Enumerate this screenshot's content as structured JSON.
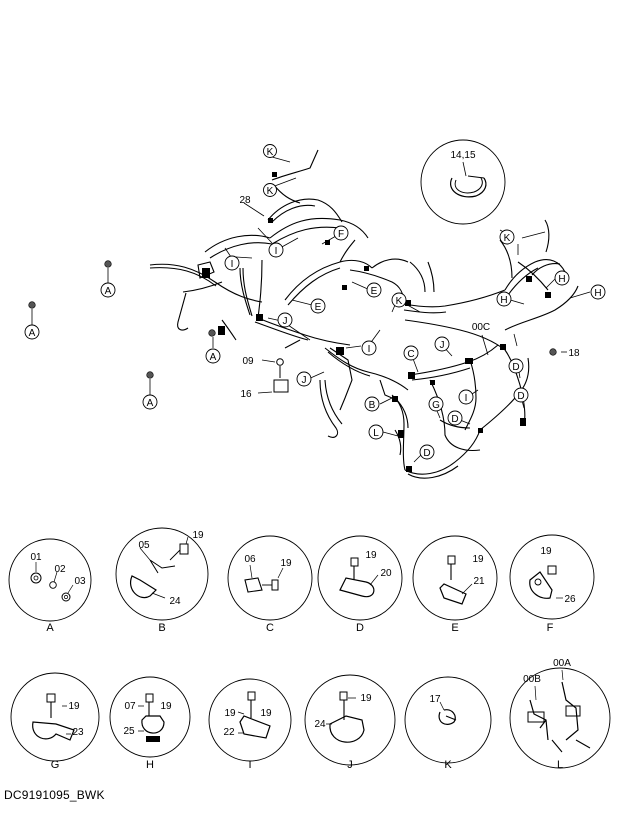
{
  "diagram": {
    "code": "DC9191095_BWK",
    "main_callouts": [
      "K",
      "K",
      "28",
      "I",
      "F",
      "E",
      "E",
      "K",
      "I",
      "I",
      "H",
      "H",
      "H",
      "J",
      "00C",
      "J",
      "C",
      "J",
      "D",
      "18",
      "09",
      "16",
      "B",
      "G",
      "I",
      "D",
      "L",
      "D",
      "A",
      "A",
      "A",
      "A",
      "14,15"
    ],
    "detail_circles": [
      {
        "letter": "A",
        "parts": [
          "01",
          "02",
          "03"
        ]
      },
      {
        "letter": "B",
        "parts": [
          "05",
          "19",
          "24"
        ]
      },
      {
        "letter": "C",
        "parts": [
          "06",
          "19"
        ]
      },
      {
        "letter": "D",
        "parts": [
          "19",
          "20"
        ]
      },
      {
        "letter": "E",
        "parts": [
          "19",
          "21"
        ]
      },
      {
        "letter": "F",
        "parts": [
          "19",
          "26"
        ]
      },
      {
        "letter": "G",
        "parts": [
          "19",
          "23"
        ]
      },
      {
        "letter": "H",
        "parts": [
          "07",
          "19",
          "25"
        ]
      },
      {
        "letter": "I",
        "parts": [
          "19",
          "19",
          "22"
        ]
      },
      {
        "letter": "J",
        "parts": [
          "19",
          "24"
        ]
      },
      {
        "letter": "K",
        "parts": [
          "17"
        ]
      },
      {
        "letter": "L",
        "parts": [
          "00B",
          "00A"
        ]
      }
    ]
  }
}
